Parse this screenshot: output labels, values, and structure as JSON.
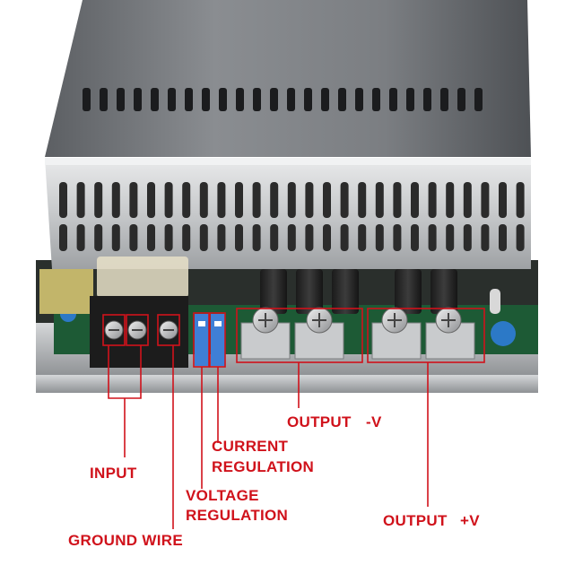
{
  "labels": {
    "input": "INPUT",
    "ground_wire": "GROUND WIRE",
    "voltage_regulation_1": "VOLTAGE",
    "voltage_regulation_2": "REGULATION",
    "current_regulation_1": "CURRENT",
    "current_regulation_2": "REGULATION",
    "output_neg_1": "OUTPUT",
    "output_neg_2": "-V",
    "output_pos_1": "OUTPUT",
    "output_pos_2": "+V"
  },
  "colors": {
    "annotation": "#d0121b",
    "chassis": "#a9abad",
    "pcb": "#1d5a35",
    "terminal_block": "#1c1c1c",
    "trimmer": "#3f7fd6"
  }
}
